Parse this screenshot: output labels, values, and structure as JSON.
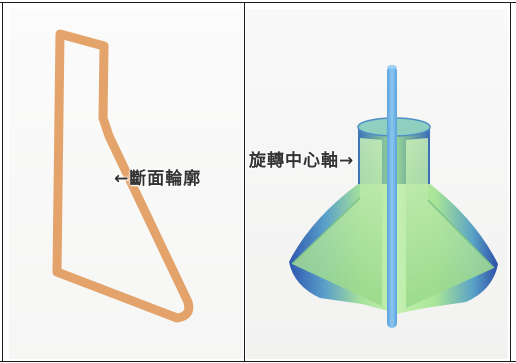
{
  "labels": {
    "profile": "←斷面輪廓",
    "axis": "旋轉中心軸→"
  },
  "icons": {
    "profile_shape": "cross-section-outline",
    "solid": "revolved-solid",
    "axis": "rotation-axis-rod"
  },
  "colors": {
    "profile_stroke": "#e3a36b",
    "solid_green": "#9fe08a",
    "solid_blue": "#3a63b8",
    "axis_blue": "#6fb3e6",
    "label_text": "#333333"
  }
}
